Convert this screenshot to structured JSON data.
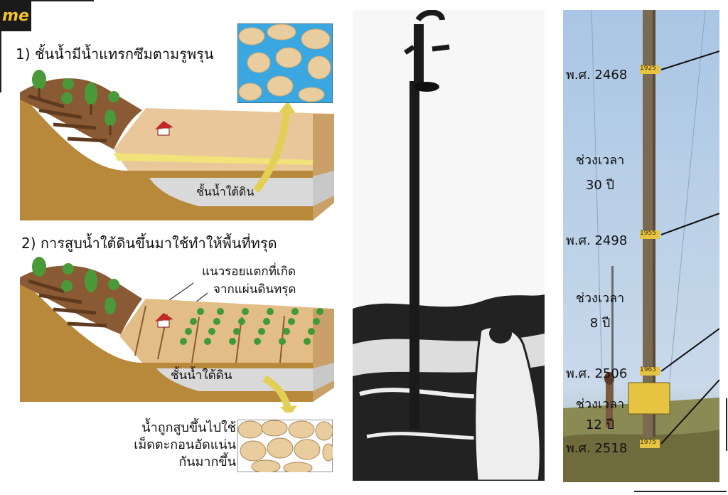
{
  "brand": {
    "logo_text": "me",
    "colors": {
      "logo_bg": "#1a1a1a",
      "logo_text": "#f2c230"
    }
  },
  "diagram1": {
    "caption": "1) ชั้นน้ำมีน้ำแทรกซึมตามรูพรุน",
    "aquifer_label": "ชั้นน้ำใต้ดิน"
  },
  "diagram2": {
    "caption": "2) การสูบน้ำใต้ดินขึ้นมาใช้ทำให้พื้นที่ทรุด",
    "crack_label_line1": "แนวรอยแตกที่เกิด",
    "crack_label_line2": "จากแผ่นดินทรุด",
    "aquifer_label": "ชั้นน้ำใต้ดิน",
    "pumped_line1": "น้ำถูกสูบขึ้นไปใช้",
    "pumped_line2": "เม็ดตะกอนอัดแน่น",
    "pumped_line3": "กันมากขึ้น"
  },
  "pole_photo": {
    "marks": [
      {
        "label": "พ.ศ. 2468",
        "sign": "1925"
      },
      {
        "label": "พ.ศ. 2498",
        "sign": "1955"
      },
      {
        "label": "พ.ศ. 2506",
        "sign": "1963"
      },
      {
        "label": "พ.ศ. 2518",
        "sign": "1975"
      }
    ],
    "intervals": [
      {
        "line1": "ช่วงเวลา",
        "line2": "30 ปี"
      },
      {
        "line1": "ช่วงเวลา",
        "line2": "8 ปี"
      },
      {
        "line1": "ช่วงเวลา",
        "line2": "12 ปี"
      }
    ]
  }
}
